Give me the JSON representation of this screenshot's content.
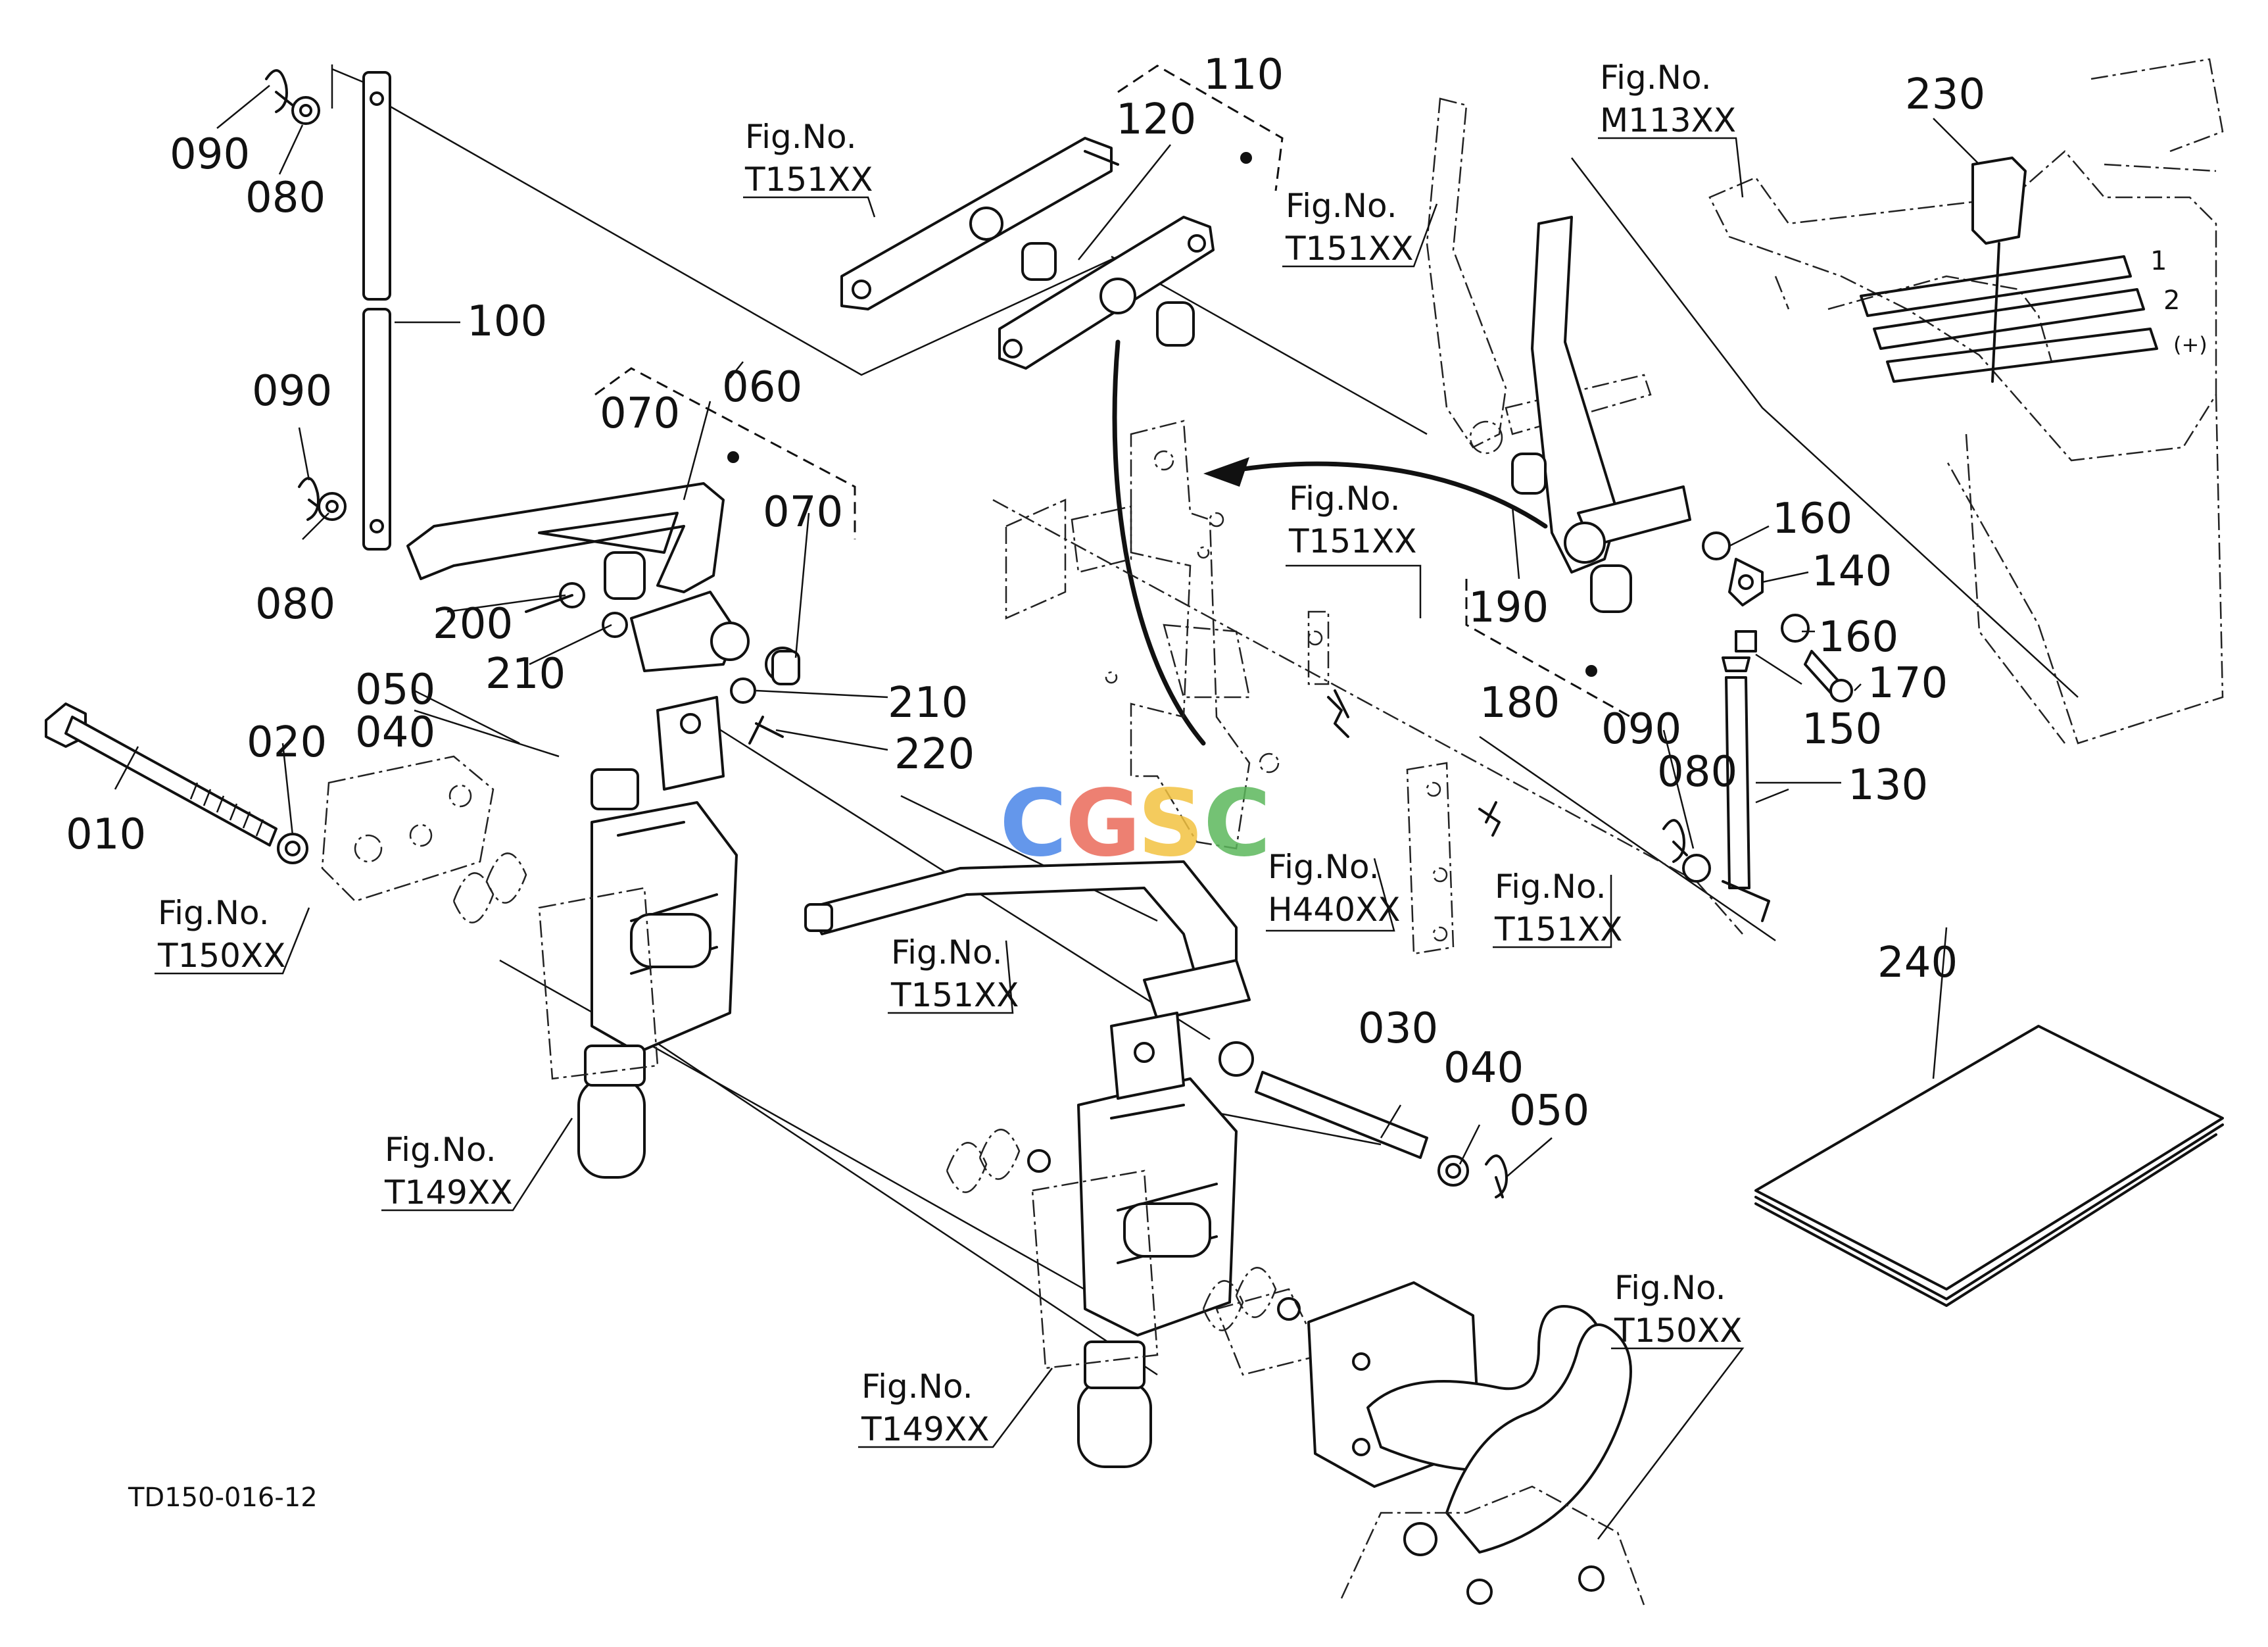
{
  "diagram_code": "TD150-016-12",
  "watermark": {
    "text": "CGSC",
    "colors": [
      "#4a86e8",
      "#ea6a5a",
      "#f3c241",
      "#5cb85c"
    ]
  },
  "part_numbers": [
    "010",
    "020",
    "030",
    "040",
    "040",
    "050",
    "050",
    "060",
    "070",
    "070",
    "080",
    "080",
    "080",
    "090",
    "090",
    "090",
    "100",
    "110",
    "120",
    "130",
    "140",
    "150",
    "160",
    "160",
    "170",
    "180",
    "190",
    "200",
    "210",
    "210",
    "220",
    "230",
    "240"
  ],
  "fig_refs": [
    {
      "line1": "Fig.No.",
      "line2": "T151XX"
    },
    {
      "line1": "Fig.No.",
      "line2": "T151XX"
    },
    {
      "line1": "Fig.No.",
      "line2": "M113XX"
    },
    {
      "line1": "Fig.No.",
      "line2": "T151XX"
    },
    {
      "line1": "Fig.No.",
      "line2": "T150XX"
    },
    {
      "line1": "Fig.No.",
      "line2": "H440XX"
    },
    {
      "line1": "Fig.No.",
      "line2": "T151XX"
    },
    {
      "line1": "Fig.No.",
      "line2": "T151XX"
    },
    {
      "line1": "Fig.No.",
      "line2": "T149XX"
    },
    {
      "line1": "Fig.No.",
      "line2": "T150XX"
    },
    {
      "line1": "Fig.No.",
      "line2": "T149XX"
    }
  ],
  "gear_marks": [
    "1",
    "2",
    "(+)"
  ]
}
